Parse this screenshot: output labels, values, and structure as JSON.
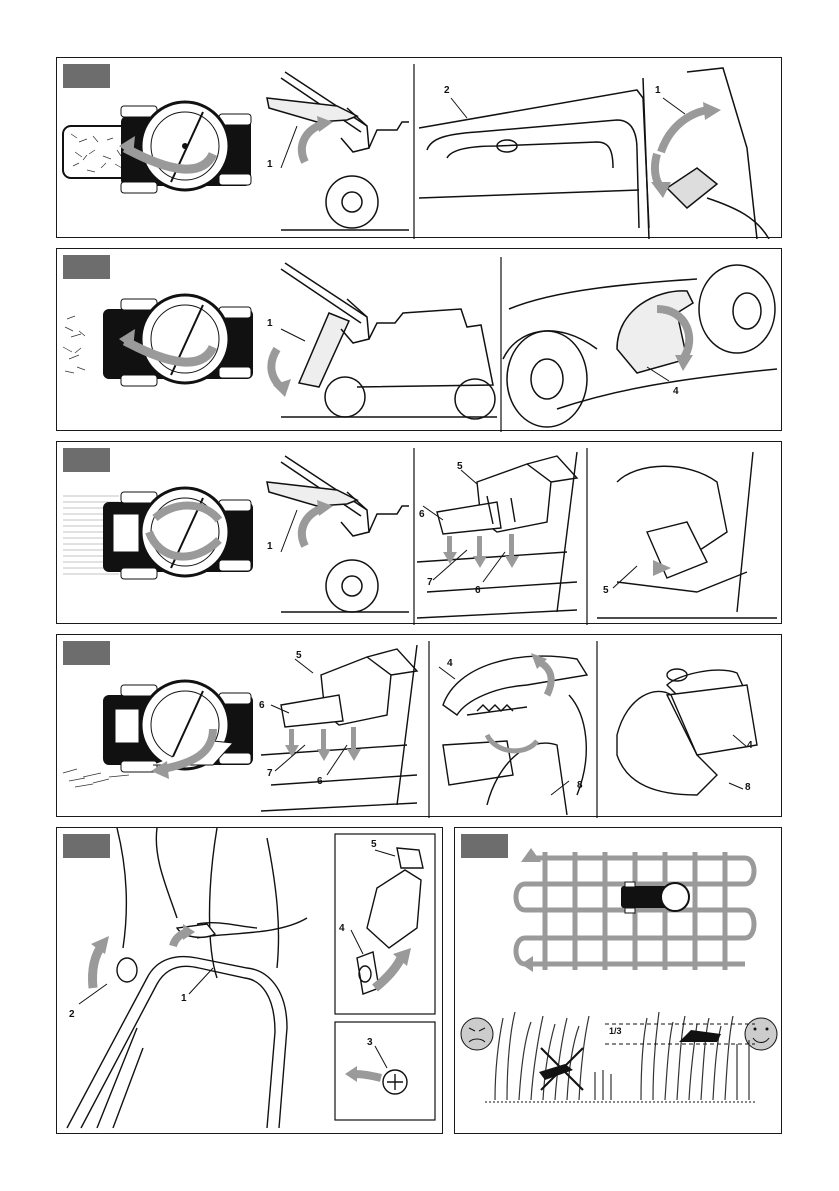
{
  "colors": {
    "frame": "#1a1a1a",
    "tag_fill": "#6d6d6d",
    "arrow_fill": "#9a9a9a",
    "line": "#222222"
  },
  "figures": [
    {
      "id": "fig-a",
      "callouts": [
        "1",
        "2",
        "1"
      ]
    },
    {
      "id": "fig-b",
      "callouts": [
        "1",
        "4"
      ]
    },
    {
      "id": "fig-c",
      "callouts": [
        "1",
        "5",
        "6",
        "7",
        "6",
        "5"
      ]
    },
    {
      "id": "fig-d",
      "callouts": [
        "5",
        "6",
        "7",
        "6",
        "4",
        "8",
        "4",
        "8"
      ]
    },
    {
      "id": "fig-e",
      "callouts": [
        "5",
        "4",
        "2",
        "1",
        "3"
      ]
    },
    {
      "id": "fig-f",
      "callouts": [
        "1/3"
      ]
    }
  ],
  "icons": [
    "mower-topview-icon",
    "grass-clippings-icon",
    "gray-arrow-icon",
    "face-angry-icon",
    "face-happy-icon",
    "mowing-path-icon"
  ]
}
